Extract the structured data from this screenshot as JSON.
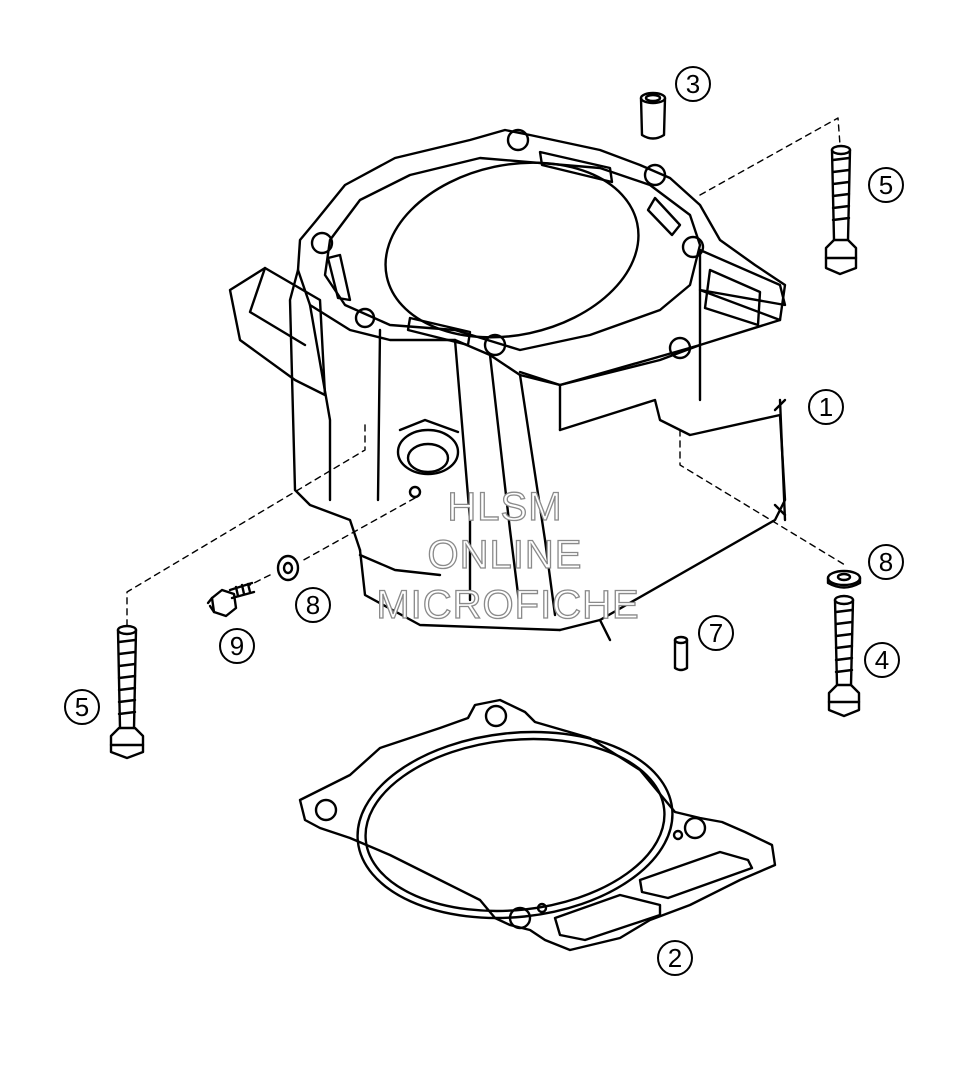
{
  "callouts": [
    {
      "id": "c1",
      "label": "1"
    },
    {
      "id": "c2",
      "label": "2"
    },
    {
      "id": "c3",
      "label": "3"
    },
    {
      "id": "c4",
      "label": "4"
    },
    {
      "id": "c5a",
      "label": "5"
    },
    {
      "id": "c5b",
      "label": "5"
    },
    {
      "id": "c7",
      "label": "7"
    },
    {
      "id": "c8a",
      "label": "8"
    },
    {
      "id": "c8b",
      "label": "8"
    },
    {
      "id": "c9",
      "label": "9"
    }
  ],
  "watermark": {
    "line1": "HLSM",
    "line2": "ONLINE",
    "line3": "MICROFICHE"
  },
  "colors": {
    "line": "#000000",
    "background": "#ffffff",
    "watermark_stroke": "#8a8a8a"
  }
}
